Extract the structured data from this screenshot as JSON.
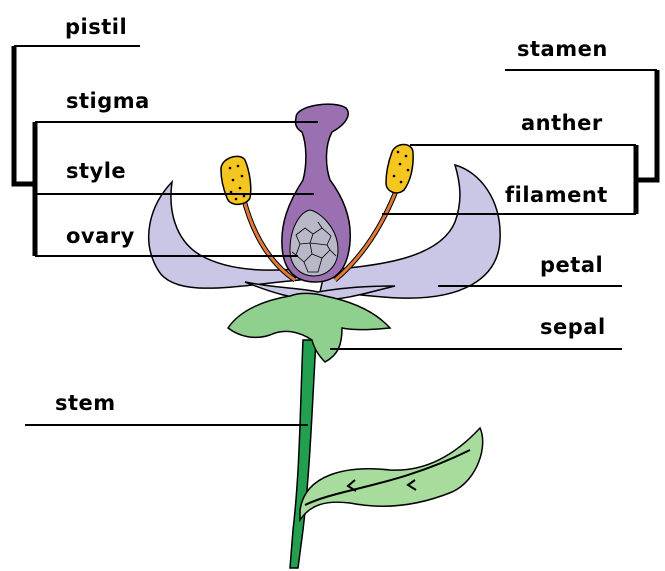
{
  "labels": {
    "pistil": "pistil",
    "stigma": "stigma",
    "style": "style",
    "ovary": "ovary",
    "stamen": "stamen",
    "anther": "anther",
    "filament": "filament",
    "petal": "petal",
    "sepal": "sepal",
    "stem": "stem"
  },
  "colors": {
    "petal": "#c9c6e6",
    "pistil": "#9a70b0",
    "anther": "#f5c520",
    "filament": "#e07a35",
    "sepal": "#8fd08f",
    "stem": "#22a050",
    "leaf": "#a8dc9c"
  }
}
